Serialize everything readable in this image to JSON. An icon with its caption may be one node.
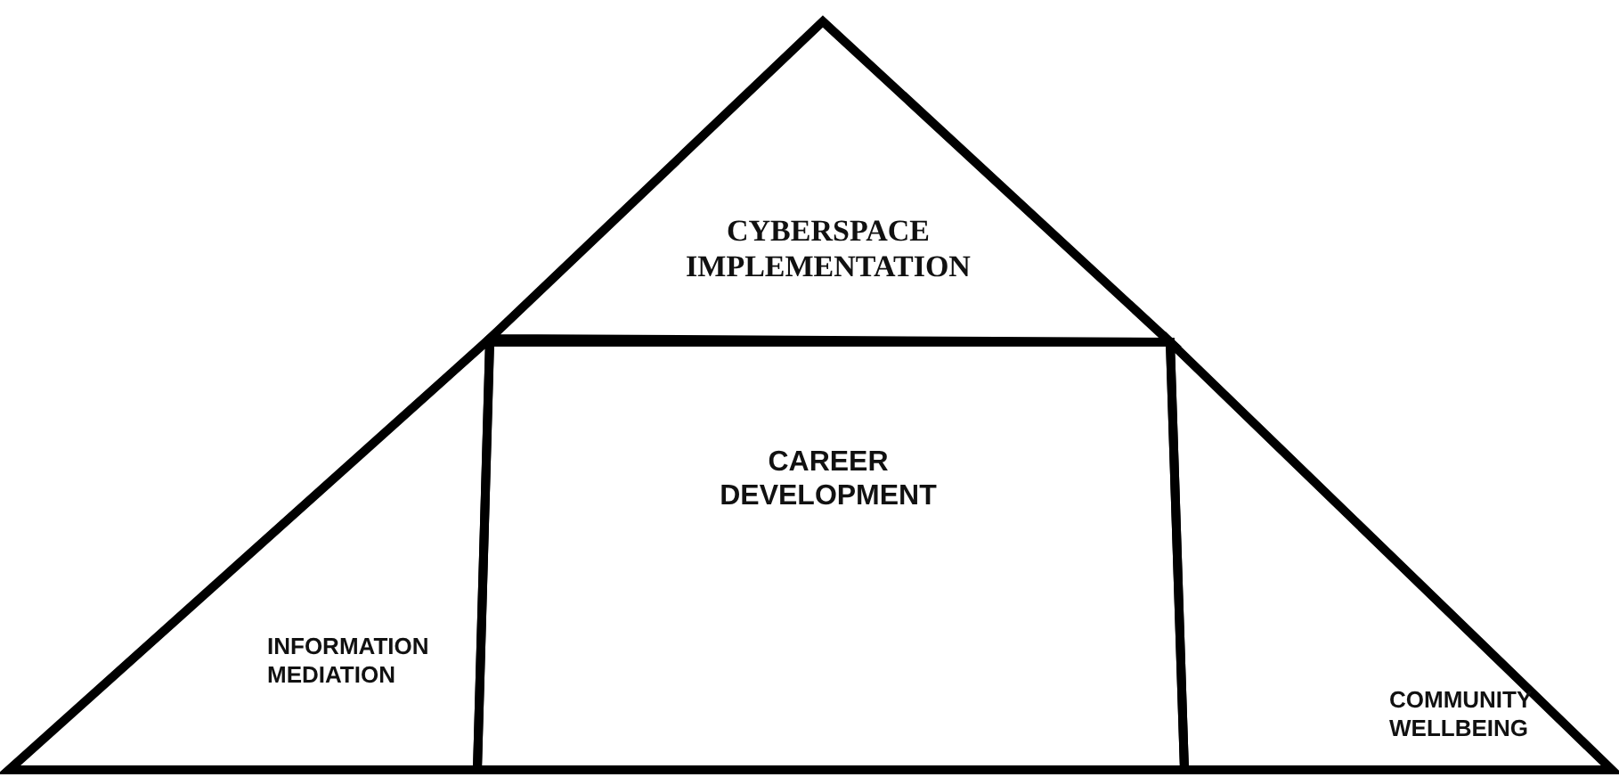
{
  "diagram": {
    "nodes": [
      {
        "text": [
          "CYBERSPACE IMPLEMENTATION"
        ]
      },
      {
        "text": [
          "CAREER DEVELOPMENT"
        ]
      },
      {
        "text": [
          "INFORMATION MEDIATION"
        ]
      },
      {
        "text": [
          "COMMUNITY WELLBEING"
        ]
      }
    ]
  }
}
